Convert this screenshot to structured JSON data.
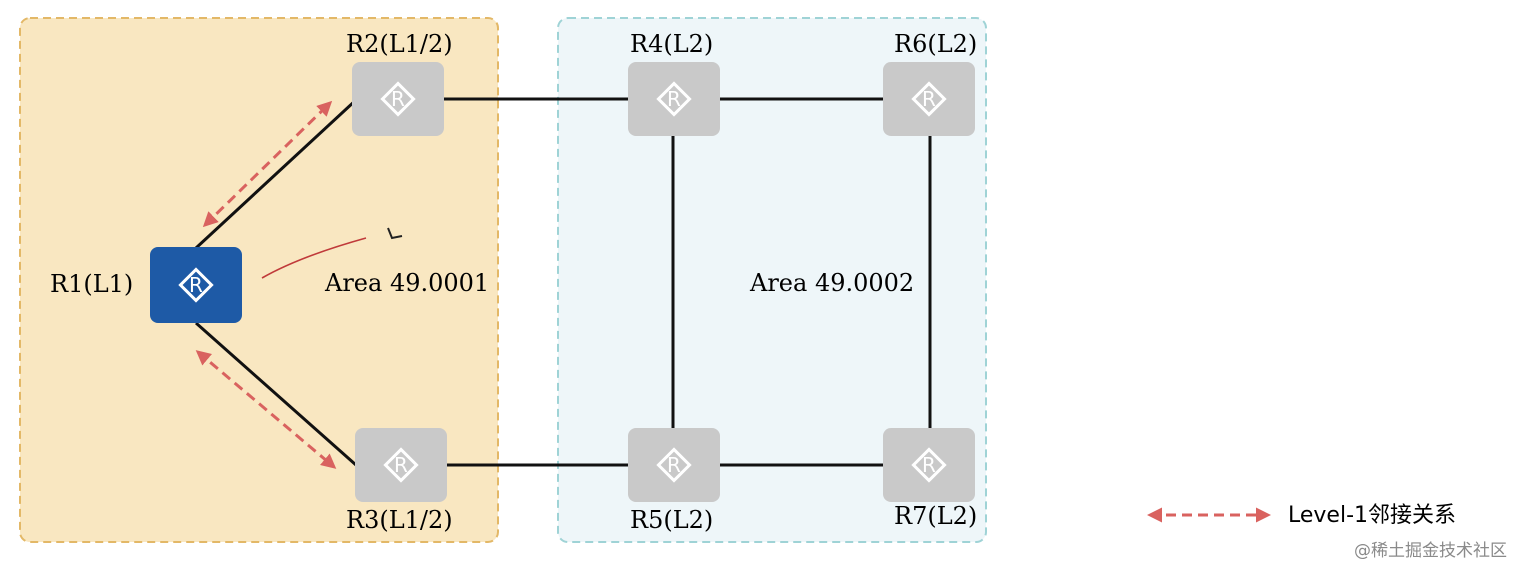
{
  "areas": [
    {
      "id": "area1",
      "label": "Area 49.0001",
      "fill": "#f9e7c1",
      "border": "#e3b867"
    },
    {
      "id": "area2",
      "label": "Area 49.0002",
      "fill": "#eef6f9",
      "border": "#9fd3d6"
    }
  ],
  "routers": {
    "r1": {
      "label": "R1(L1)",
      "role": "L1",
      "color": "#1e5aa6",
      "icon": "router-icon"
    },
    "r2": {
      "label": "R2(L1/2)",
      "role": "L1/2",
      "color": "#c9c9c9",
      "icon": "router-icon"
    },
    "r3": {
      "label": "R3(L1/2)",
      "role": "L1/2",
      "color": "#c9c9c9",
      "icon": "router-icon"
    },
    "r4": {
      "label": "R4(L2)",
      "role": "L2",
      "color": "#c9c9c9",
      "icon": "router-icon"
    },
    "r5": {
      "label": "R5(L2)",
      "role": "L2",
      "color": "#c9c9c9",
      "icon": "router-icon"
    },
    "r6": {
      "label": "R6(L2)",
      "role": "L2",
      "color": "#c9c9c9",
      "icon": "router-icon"
    },
    "r7": {
      "label": "R7(L2)",
      "role": "L2",
      "color": "#c9c9c9",
      "icon": "router-icon"
    }
  },
  "links": [
    [
      "R1",
      "R2"
    ],
    [
      "R1",
      "R3"
    ],
    [
      "R2",
      "R4"
    ],
    [
      "R3",
      "R5"
    ],
    [
      "R4",
      "R6"
    ],
    [
      "R4",
      "R5"
    ],
    [
      "R6",
      "R7"
    ],
    [
      "R5",
      "R7"
    ]
  ],
  "adjacencies": [
    {
      "between": [
        "R1",
        "R2"
      ],
      "type": "Level-1"
    },
    {
      "between": [
        "R1",
        "R3"
      ],
      "type": "Level-1"
    }
  ],
  "legend": {
    "label": "Level-1邻接关系",
    "color": "#d9625f",
    "icon": "dashed-double-arrow-icon"
  },
  "watermark": "@稀土掘金技术社区"
}
